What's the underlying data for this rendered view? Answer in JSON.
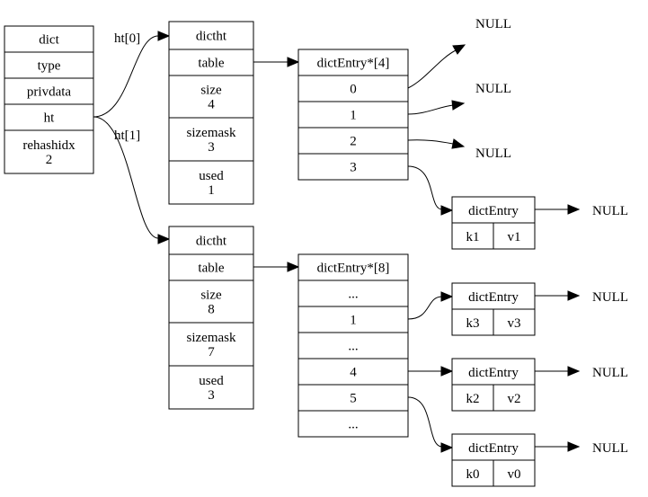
{
  "dict": {
    "fields": [
      {
        "lines": [
          "dict"
        ]
      },
      {
        "lines": [
          "type"
        ]
      },
      {
        "lines": [
          "privdata"
        ]
      },
      {
        "lines": [
          "ht"
        ]
      },
      {
        "lines": [
          "rehashidx",
          "2"
        ]
      }
    ]
  },
  "dictht0": {
    "fields": [
      {
        "lines": [
          "dictht"
        ]
      },
      {
        "lines": [
          "table"
        ]
      },
      {
        "lines": [
          "size",
          "4"
        ]
      },
      {
        "lines": [
          "sizemask",
          "3"
        ]
      },
      {
        "lines": [
          "used",
          "1"
        ]
      }
    ]
  },
  "dictht1": {
    "fields": [
      {
        "lines": [
          "dictht"
        ]
      },
      {
        "lines": [
          "table"
        ]
      },
      {
        "lines": [
          "size",
          "8"
        ]
      },
      {
        "lines": [
          "sizemask",
          "7"
        ]
      },
      {
        "lines": [
          "used",
          "3"
        ]
      }
    ]
  },
  "table0": {
    "fields": [
      {
        "lines": [
          "dictEntry*[4]"
        ]
      },
      {
        "lines": [
          "0"
        ]
      },
      {
        "lines": [
          "1"
        ]
      },
      {
        "lines": [
          "2"
        ]
      },
      {
        "lines": [
          "3"
        ]
      }
    ]
  },
  "table1": {
    "fields": [
      {
        "lines": [
          "dictEntry*[8]"
        ]
      },
      {
        "lines": [
          "..."
        ]
      },
      {
        "lines": [
          "1"
        ]
      },
      {
        "lines": [
          "..."
        ]
      },
      {
        "lines": [
          "4"
        ]
      },
      {
        "lines": [
          "5"
        ]
      },
      {
        "lines": [
          "..."
        ]
      }
    ]
  },
  "entries": [
    {
      "title": "dictEntry",
      "key": "k1",
      "value": "v1"
    },
    {
      "title": "dictEntry",
      "key": "k3",
      "value": "v3"
    },
    {
      "title": "dictEntry",
      "key": "k2",
      "value": "v2"
    },
    {
      "title": "dictEntry",
      "key": "k0",
      "value": "v0"
    }
  ],
  "edge_labels": {
    "ht0": "ht[0]",
    "ht1": "ht[1]"
  },
  "null_text": "NULL"
}
